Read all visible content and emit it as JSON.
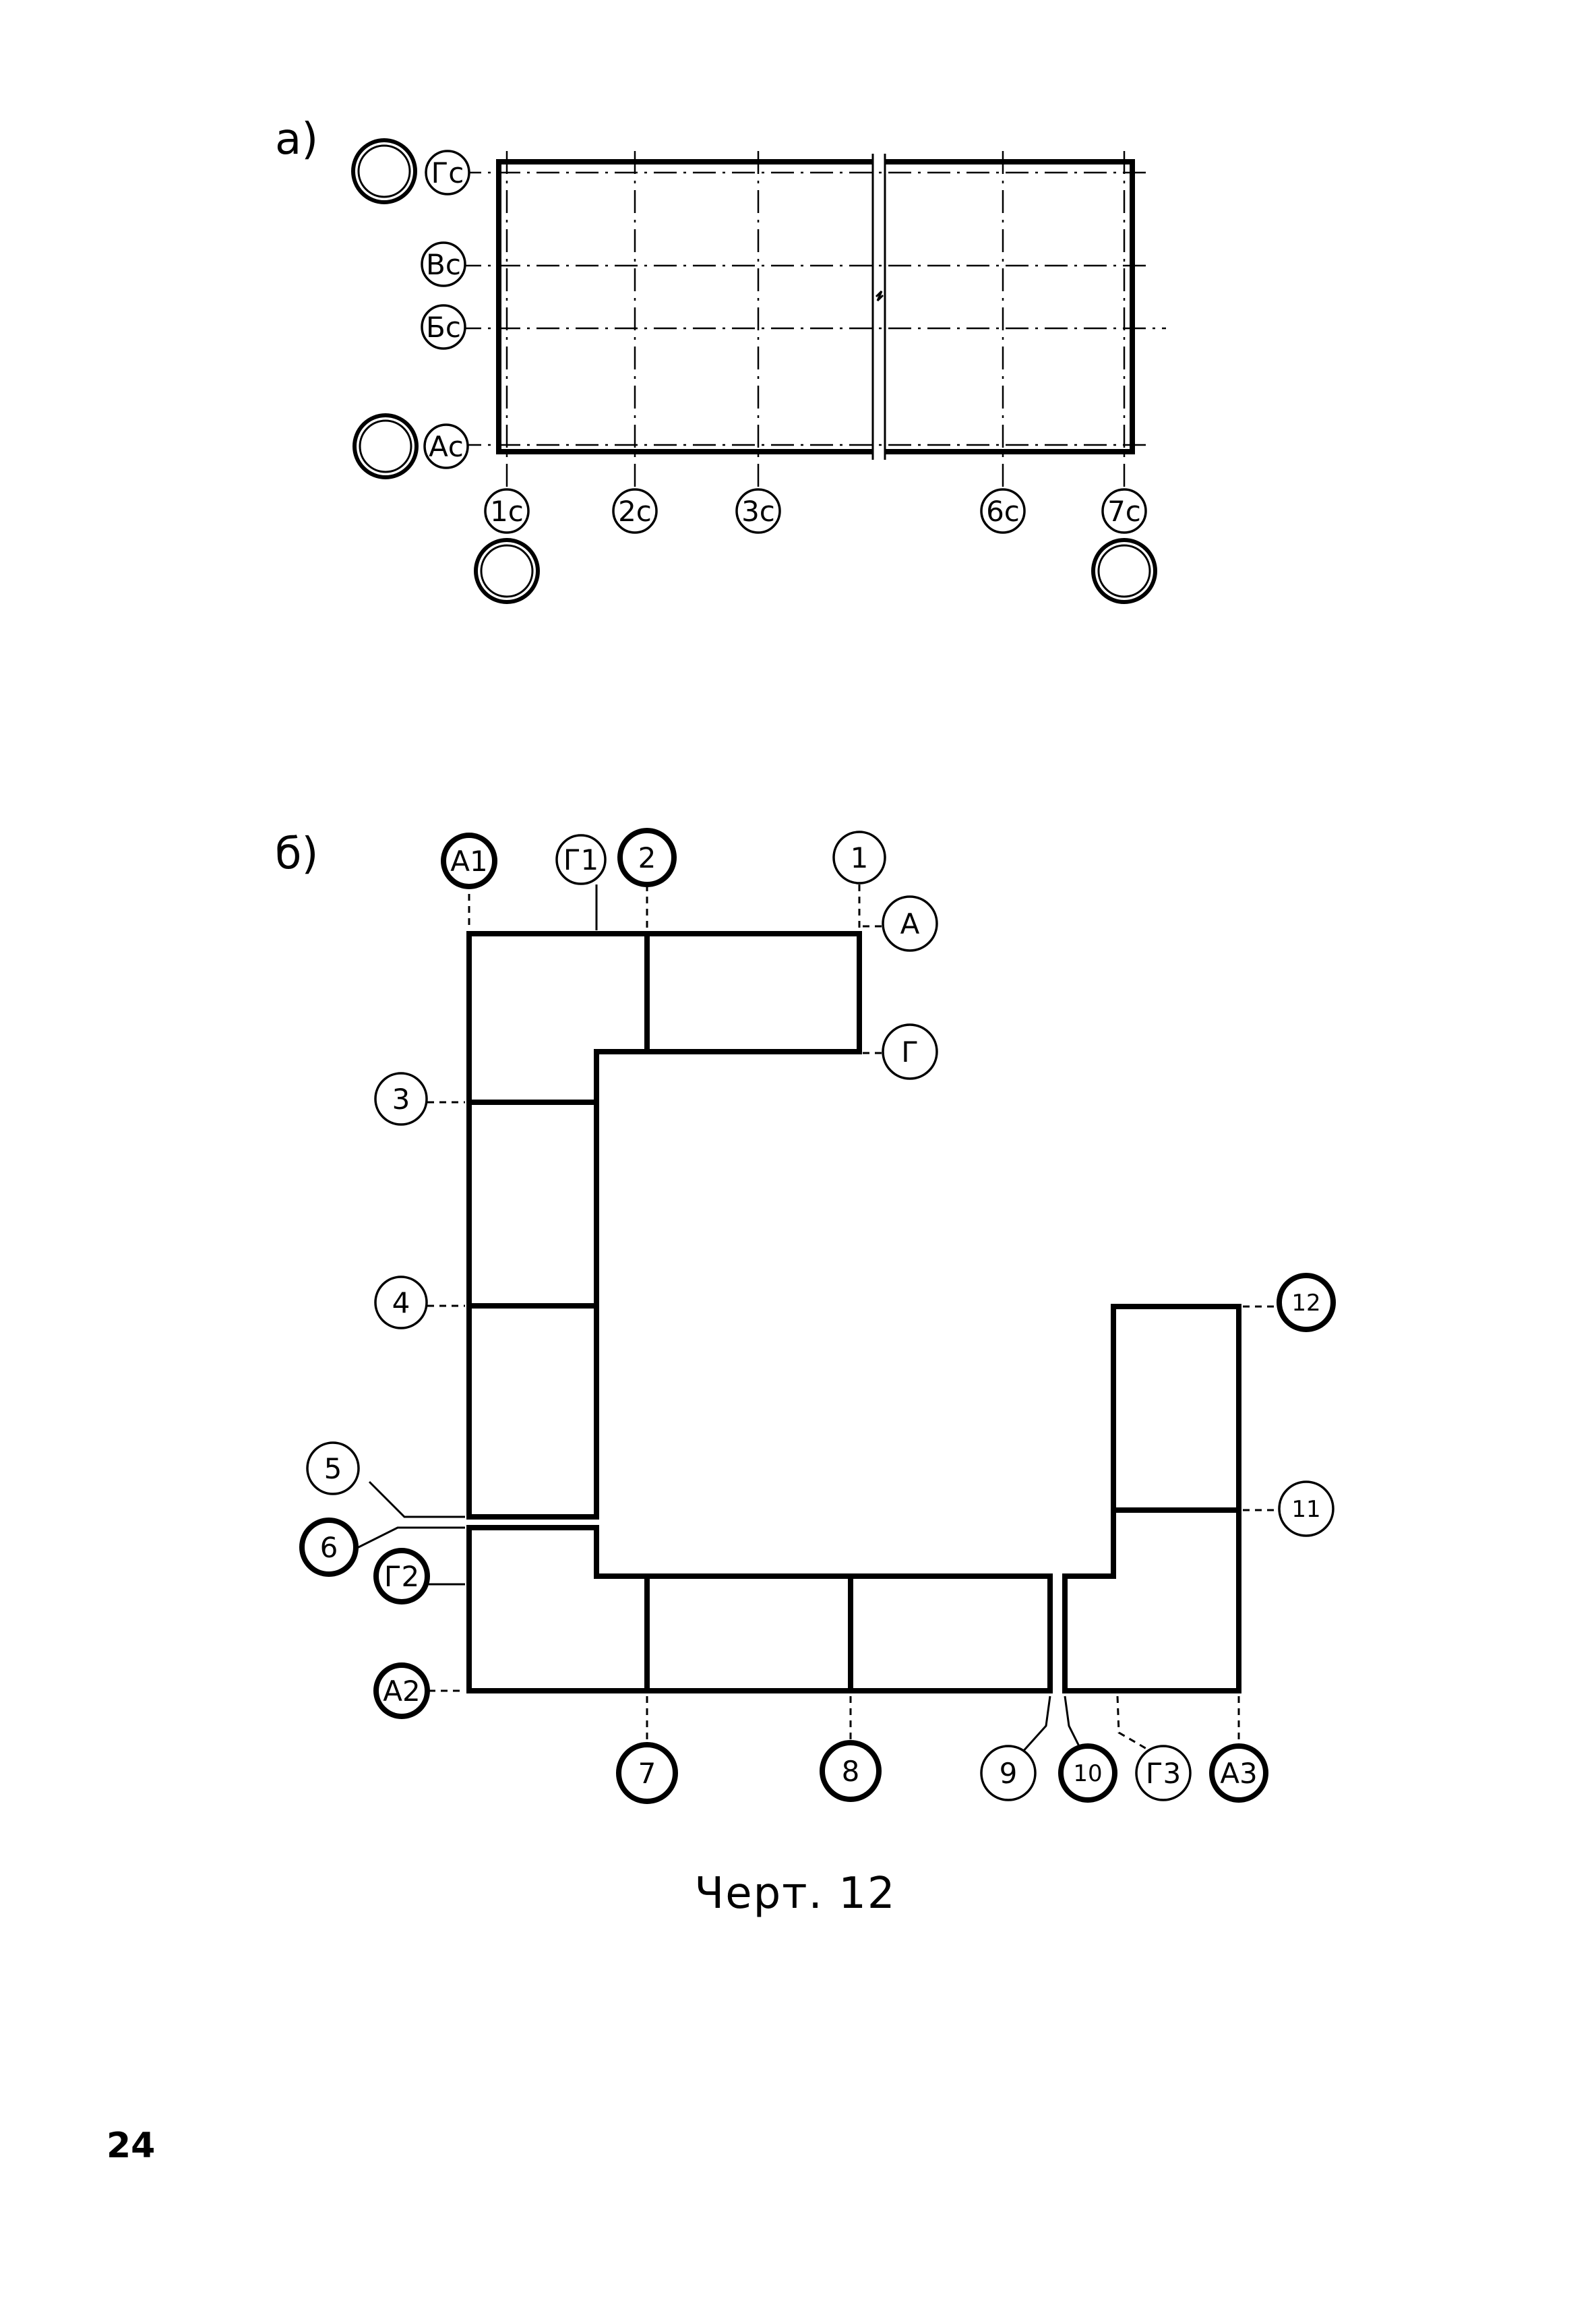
{
  "panel_a": {
    "label": "а)",
    "rows": [
      {
        "label": "Гс"
      },
      {
        "label": "Вс"
      },
      {
        "label": "Бс"
      },
      {
        "label": "Ас"
      }
    ],
    "columns": [
      {
        "label": "1с"
      },
      {
        "label": "2с"
      },
      {
        "label": "3с"
      },
      {
        "label": "6с"
      },
      {
        "label": "7с"
      }
    ]
  },
  "panel_b": {
    "label": "б)",
    "markers": [
      {
        "label": "А1"
      },
      {
        "label": "Г1"
      },
      {
        "label": "2"
      },
      {
        "label": "1"
      },
      {
        "label": "А"
      },
      {
        "label": "Г"
      },
      {
        "label": "3"
      },
      {
        "label": "4"
      },
      {
        "label": "5"
      },
      {
        "label": "6"
      },
      {
        "label": "Г2"
      },
      {
        "label": "А2"
      },
      {
        "label": "7"
      },
      {
        "label": "8"
      },
      {
        "label": "9"
      },
      {
        "label": "10"
      },
      {
        "label": "Г3"
      },
      {
        "label": "А3"
      },
      {
        "label": "12"
      },
      {
        "label": "11"
      }
    ]
  },
  "caption": "Черт. 12",
  "page_number": "24"
}
